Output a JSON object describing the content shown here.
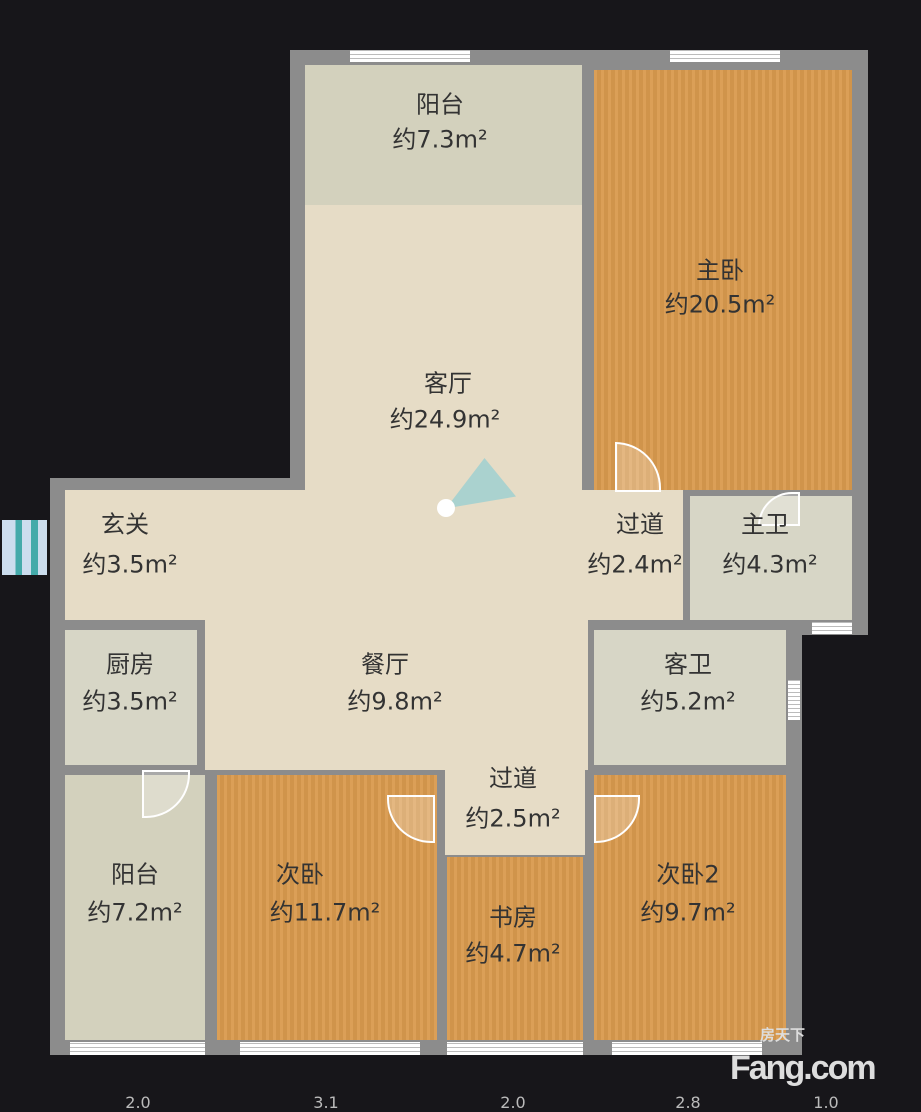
{
  "rooms": [
    {
      "name": "阳台",
      "area": "约7.3m²"
    },
    {
      "name": "主卧",
      "area": "约20.5m²"
    },
    {
      "name": "客厅",
      "area": "约24.9m²"
    },
    {
      "name": "玄关",
      "area": "约3.5m²"
    },
    {
      "name": "过道",
      "area": "约2.4m²"
    },
    {
      "name": "主卫",
      "area": "约4.3m²"
    },
    {
      "name": "厨房",
      "area": "约3.5m²"
    },
    {
      "name": "餐厅",
      "area": "约9.8m²"
    },
    {
      "name": "客卫",
      "area": "约5.2m²"
    },
    {
      "name": "过道",
      "area": "约2.5m²"
    },
    {
      "name": "阳台",
      "area": "约7.2m²"
    },
    {
      "name": "次卧",
      "area": "约11.7m²"
    },
    {
      "name": "书房",
      "area": "约4.7m²"
    },
    {
      "name": "次卧2",
      "area": "约9.7m²"
    }
  ],
  "dimensions": [
    "2.0",
    "3.1",
    "2.0",
    "2.8",
    "1.0"
  ],
  "watermark": {
    "brand": "Fang.com",
    "brand_cn": "房天下"
  }
}
